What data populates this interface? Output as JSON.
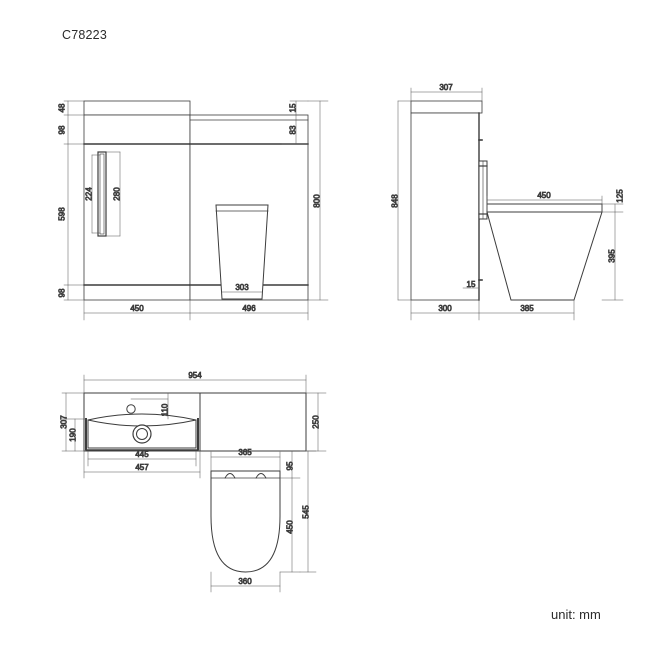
{
  "sheet": {
    "title_code": "C78223",
    "unit_note": "unit: mm",
    "line_color": "#3c3c3c",
    "fill_color": "#ffffff",
    "text_color": "#3a3a3a"
  },
  "views": {
    "front": {
      "name": "front-elevation",
      "dimensions": {
        "counter_top_thickness": "48",
        "drawer_front_top": "98",
        "door_height": "598",
        "plinth_height": "98",
        "handle_bar_length": "224",
        "handle_plate_length": "280",
        "cistern_top_lip": "15",
        "cistern_top_band": "83",
        "pan_base_width": "303",
        "vanity_width": "450",
        "wc_unit_width": "496",
        "overall_height": "800"
      }
    },
    "side": {
      "name": "side-elevation",
      "dimensions": {
        "vanity_depth_top": "307",
        "overall_height": "848",
        "pan_projection": "450",
        "seat_lip_height": "125",
        "pan_height": "395",
        "plinth_recess": "15",
        "cabinet_depth": "300",
        "pan_depth": "385"
      }
    },
    "plan": {
      "name": "plan-view",
      "dimensions": {
        "overall_width": "954",
        "tap_hole_offset": "110",
        "basin_depth": "307",
        "basin_bowl_depth": "190",
        "unit_depth": "250",
        "basin_inner_width": "445",
        "basin_width": "457",
        "seat_width": "365",
        "seat_hinge_offset": "95",
        "pan_length": "450",
        "overall_pan_length": "545",
        "pan_width": "360"
      }
    }
  }
}
